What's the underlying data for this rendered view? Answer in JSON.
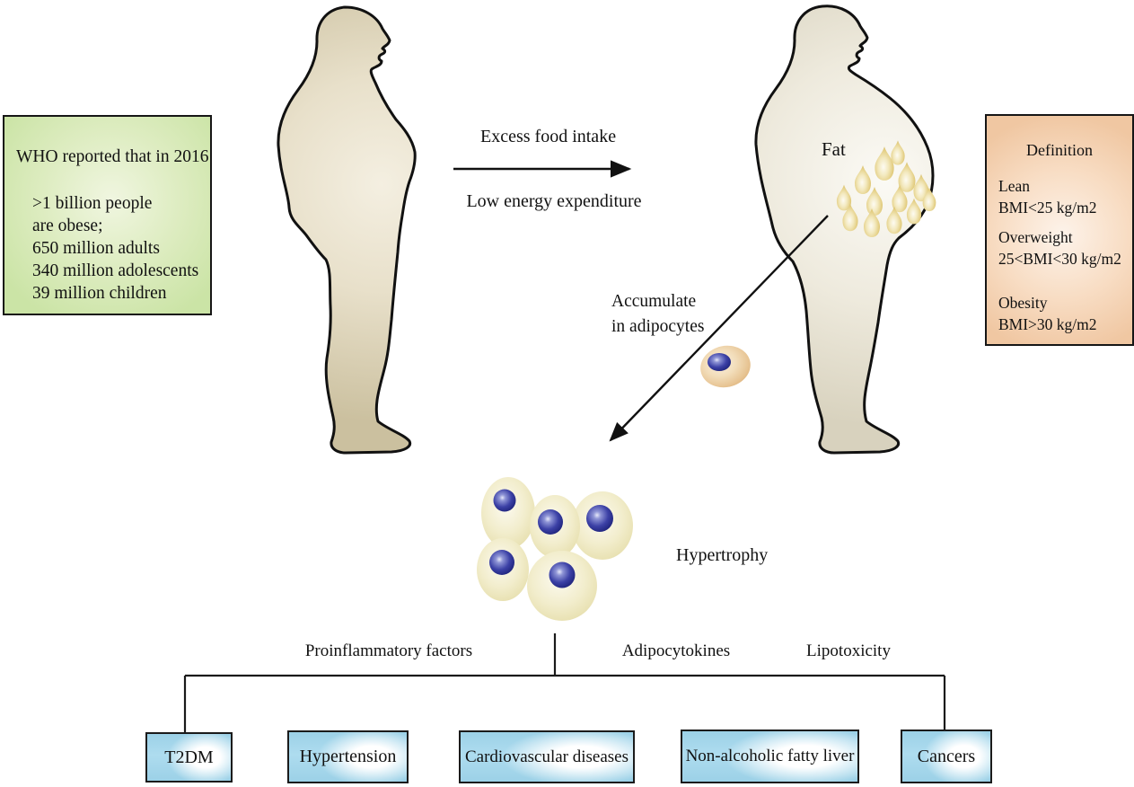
{
  "who_box": {
    "title": "WHO reported that in 2016",
    "lines": [
      ">1 billion people",
      "are obese;",
      "650 million adults",
      "340 million adolescents",
      "39 million children"
    ]
  },
  "definition_box": {
    "title": "Definition",
    "entries": [
      {
        "label": "Lean",
        "value": "BMI<25 kg/m2"
      },
      {
        "label": "Overweight",
        "value": "25<BMI<30 kg/m2"
      },
      {
        "label": "Obesity",
        "value": "BMI>30 kg/m2"
      }
    ]
  },
  "transition_arrow": {
    "top_label": "Excess food intake",
    "bottom_label": "Low energy expenditure"
  },
  "obese_figure": {
    "fat_label": "Fat"
  },
  "accumulate_note": {
    "line1": "Accumulate",
    "line2": "in adipocytes"
  },
  "adipocyte_cluster": {
    "label": "Hypertrophy"
  },
  "mediators": [
    {
      "label": "Proinflammatory factors"
    },
    {
      "label": "Adipocytokines"
    },
    {
      "label": "Lipotoxicity"
    }
  ],
  "outcomes": [
    {
      "label": "T2DM"
    },
    {
      "label": "Hypertension"
    },
    {
      "label": "Cardiovascular diseases"
    },
    {
      "label": "Non-alcoholic fatty liver"
    },
    {
      "label": "Cancers"
    }
  ],
  "colors": {
    "who_box_bg": "#cbe4a6",
    "definition_box_bg": "#f0c7a2",
    "outcome_box_bg": "#9cd1e7",
    "body_fill": "#d9d2bc",
    "fat_droplet": "#e4cf85",
    "adipocyte_fill": "#f2edcc",
    "nucleus_fill": "#23277f",
    "small_adipocyte_fill": "#e7c493",
    "line_color": "#111111"
  }
}
